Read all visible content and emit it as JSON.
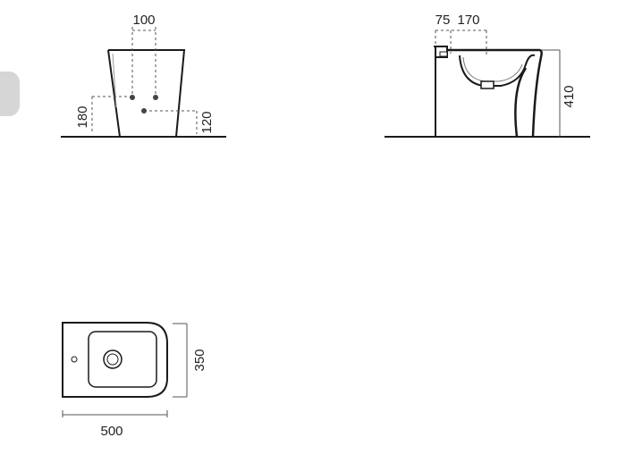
{
  "front_view": {
    "dim_top": "100",
    "dim_left": "180",
    "dim_right": "120"
  },
  "side_view": {
    "dim_a": "75",
    "dim_b": "170",
    "dim_height": "410"
  },
  "top_view": {
    "dim_width": "500",
    "dim_depth": "350"
  },
  "colors": {
    "line": "#1a1a1a",
    "dim_line": "#555555",
    "fill": "#ffffff",
    "tab": "#d6d6d6"
  }
}
